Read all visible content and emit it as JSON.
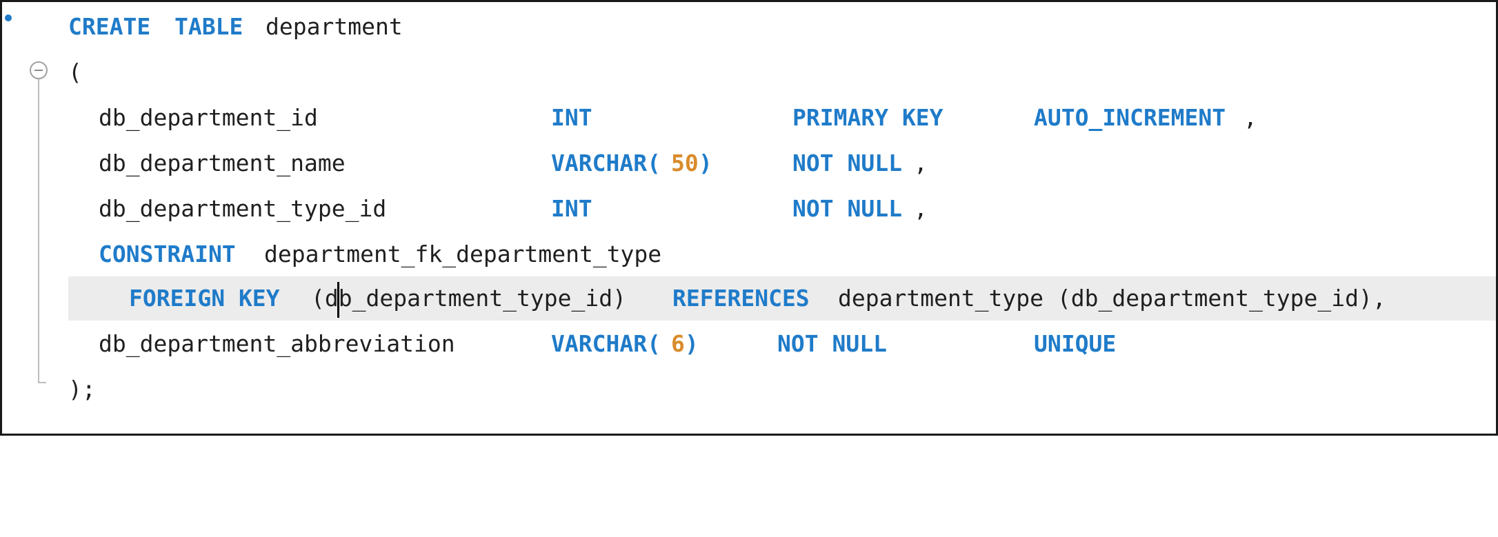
{
  "editor": {
    "line1": {
      "create": "CREATE",
      "table": "TABLE",
      "name": "department"
    },
    "line2": {
      "open": "("
    },
    "line3": {
      "col": "db_department_id",
      "type": "INT",
      "c1": "PRIMARY KEY",
      "c2": "AUTO_INCREMENT",
      "comma": ","
    },
    "line4": {
      "col": "db_department_name",
      "type_a": "VARCHAR(",
      "type_n": "50",
      "type_b": ")",
      "c1": "NOT NULL",
      "comma": ","
    },
    "line5": {
      "col": "db_department_type_id",
      "type": "INT",
      "c1": "NOT NULL",
      "comma": ","
    },
    "line6": {
      "kw": "CONSTRAINT",
      "name": "department_fk_department_type"
    },
    "line7": {
      "kw1": "FOREIGN KEY",
      "ref_col": "(db_department_type_id)",
      "kw2": "REFERENCES",
      "ref_tbl": "department_type (db_department_type_id),",
      "caret_after": "(d"
    },
    "line8": {
      "col": "db_department_abbreviation",
      "type_a": "VARCHAR(",
      "type_n": "6",
      "type_b": ")",
      "c1": "NOT NULL",
      "c2": "UNIQUE"
    },
    "line9": {
      "close": ");"
    }
  },
  "colors": {
    "keyword": "#1f7bc9",
    "number": "#d98b2b",
    "identifier": "#1f1f1f",
    "current_line": "#ececec"
  },
  "icons": {
    "breakpoint": "breakpoint-dot-icon",
    "fold": "collapse-minus-icon"
  }
}
